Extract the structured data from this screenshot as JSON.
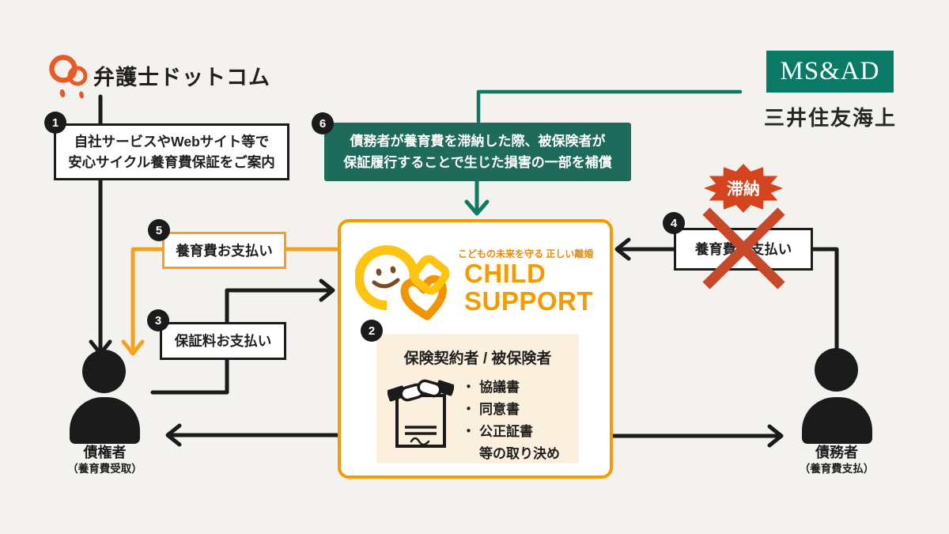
{
  "colors": {
    "background": "#f3f2ef",
    "ink": "#1b1b1b",
    "accent_orange": "#F59B00",
    "logo_yellow": "#FFC410",
    "bengoshi_orange": "#E95A25",
    "msad_teal": "#0A7A66",
    "green_box": "#1E6B5B",
    "alert_red": "#C8492A",
    "cream": "#FBF0DE"
  },
  "bengoshi": {
    "name": "弁護士ドットコム"
  },
  "msad": {
    "logo": "MS&AD",
    "company": "三井住友海上"
  },
  "child_support": {
    "tagline": "こどもの未来を守る 正しい離婚",
    "word1": "CHILD",
    "word2": "SUPPORT"
  },
  "steps": {
    "s1": {
      "num": "1",
      "line1": "自社サービスやWebサイト等で",
      "line2": "安心サイクル養育費保証をご案内"
    },
    "s2": {
      "num": "2",
      "title": "保険契約者 / 被保険者",
      "bullet_char": "・",
      "bullets": [
        "協議書",
        "同意書",
        "公正証書"
      ],
      "bullet_suffix": "等の取り決め"
    },
    "s3": {
      "num": "3",
      "label": "保証料お支払い"
    },
    "s4": {
      "num": "4",
      "label": "養育費お支払い",
      "alert": "滞納"
    },
    "s5": {
      "num": "5",
      "label": "養育費お支払い"
    },
    "s6": {
      "num": "6",
      "line1": "債務者が養育費を滞納した際、被保険者が",
      "line2": "保証履行することで生じた損害の一部を補償"
    }
  },
  "creditor": {
    "title": "債権者",
    "subtitle": "（養育費受取）"
  },
  "debtor": {
    "title": "債務者",
    "subtitle": "（養育費支払）"
  }
}
